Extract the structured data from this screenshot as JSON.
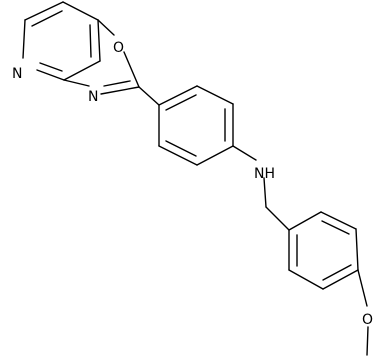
{
  "atom_labels": {
    "ring_oxygen": "O",
    "ring_nitrogen_oxazole": "N",
    "ring_nitrogen_pyridine": "N",
    "amine_nh": "NH",
    "methoxy_oxygen": "O"
  }
}
